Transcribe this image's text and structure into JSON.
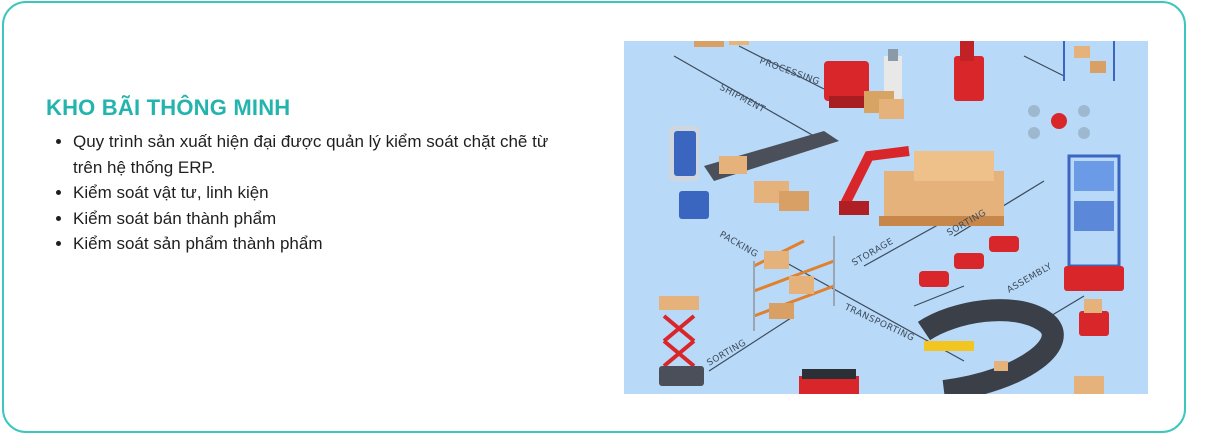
{
  "section": {
    "title": "KHO BÃI THÔNG MINH",
    "bullets": [
      "Quy trình sản xuất hiện đại được quản lý kiểm soát chặt chẽ từ trên hệ thống ERP.",
      "Kiểm soát vật tư, linh kiện",
      "Kiểm soát bán thành phẩm",
      "Kiểm soát sản phẩm thành phẩm"
    ]
  },
  "illustration": {
    "labels": {
      "processing": "PROCESSING",
      "shipment": "SHIPMENT",
      "packing": "PACKING",
      "storage": "STORAGE",
      "sorting_top": "SORTING",
      "sorting_bottom": "SORTING",
      "transporting": "TRANSPORTING",
      "assembly": "ASSEMBLY"
    }
  },
  "colors": {
    "accent": "#23b4ad",
    "border": "#3cc6bd",
    "illustration_bg": "#b8d9f7"
  }
}
